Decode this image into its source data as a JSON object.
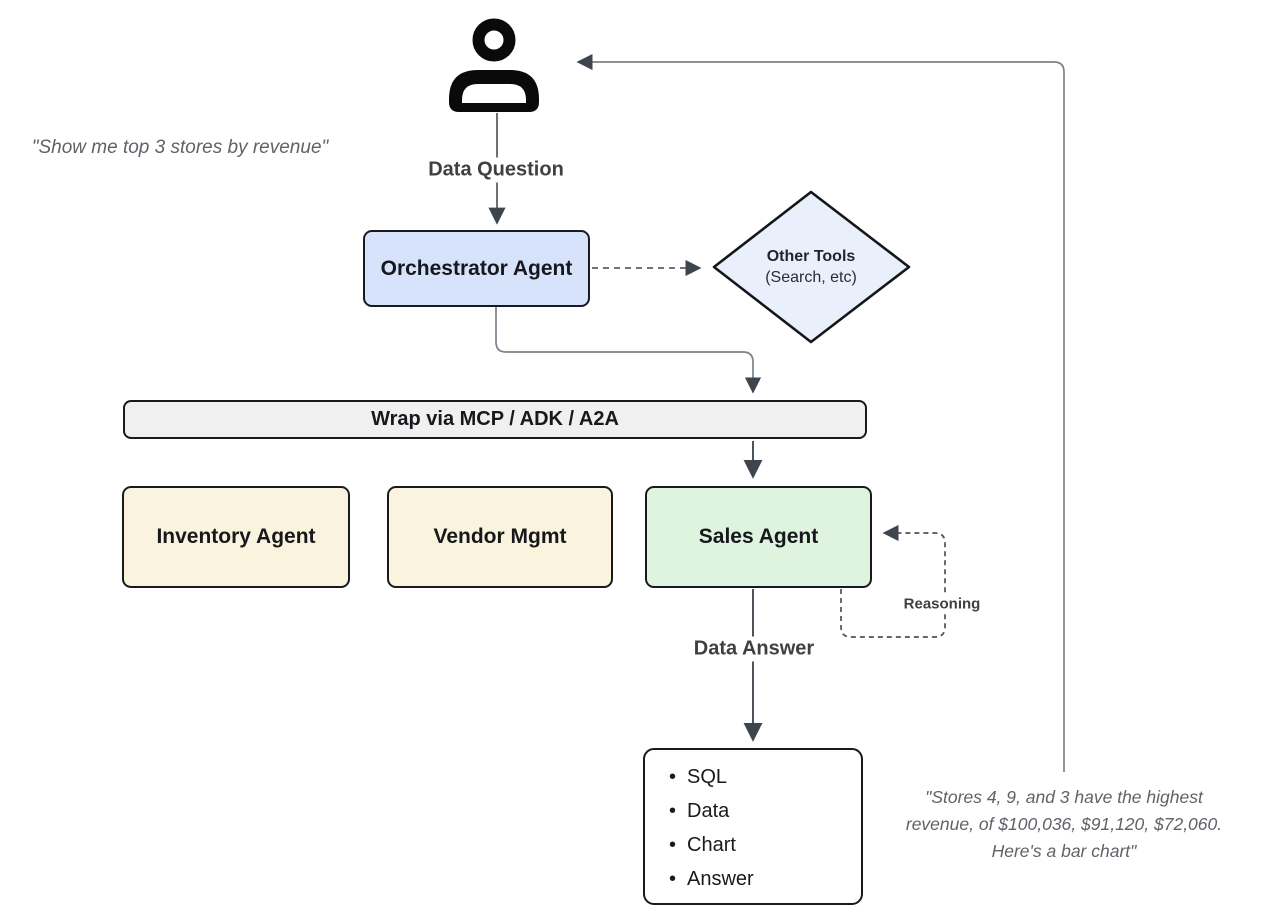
{
  "diagram": {
    "quotes": {
      "user_question": "\"Show me top 3 stores by revenue\"",
      "final_answer_lines": [
        "\"Stores 4, 9, and 3 have the highest",
        "revenue, of $100,036, $91,120, $72,060.",
        "Here's a bar chart\""
      ]
    },
    "labels": {
      "data_question": "Data Question",
      "data_answer": "Data Answer",
      "reasoning": "Reasoning"
    },
    "nodes": {
      "user": {
        "icon": "person-icon"
      },
      "orchestrator": {
        "label": "Orchestrator Agent",
        "fill": "#d7e3fa"
      },
      "other_tools": {
        "title": "Other Tools",
        "subtitle": "(Search, etc)",
        "fill": "#e9f0fb"
      },
      "wrap_bar": {
        "label": "Wrap via MCP / ADK / A2A",
        "fill": "#f0f0f0"
      },
      "inventory_agent": {
        "label": "Inventory Agent",
        "fill": "#faf3dd"
      },
      "vendor_mgmt": {
        "label": "Vendor Mgmt",
        "fill": "#faf3dd"
      },
      "sales_agent": {
        "label": "Sales Agent",
        "fill": "#dff4df"
      },
      "output_box": {
        "items": [
          "SQL",
          "Data",
          "Chart",
          "Answer"
        ]
      }
    },
    "colors": {
      "node_border": "#181a1f",
      "line_gray": "#7d828a",
      "line_dark": "#4d535c",
      "arrowhead": "#3f454e",
      "quote_text": "#5f6368",
      "edge_label_text": "#404040"
    }
  }
}
